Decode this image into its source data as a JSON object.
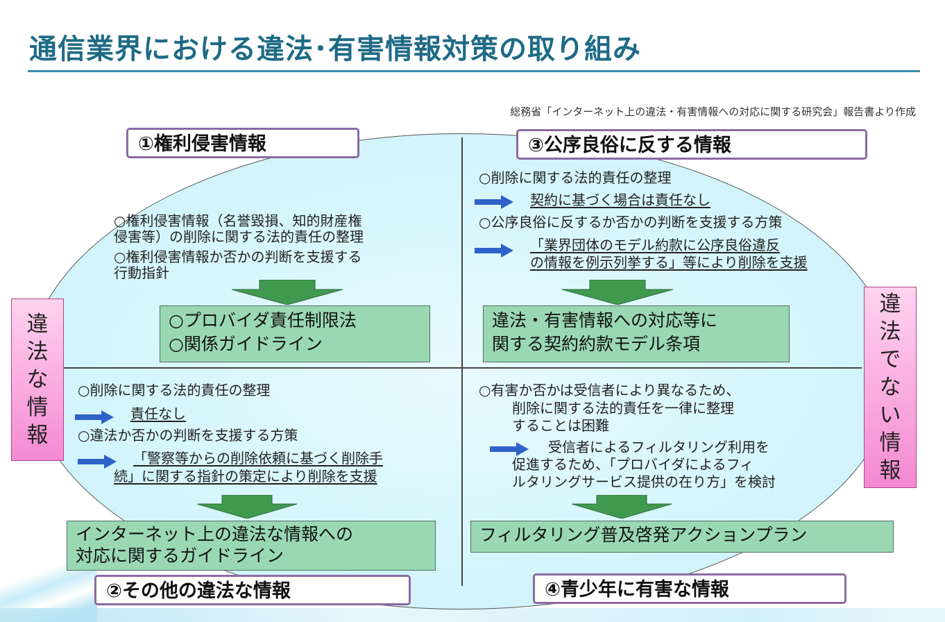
{
  "title": "通信業界における違法･有害情報対策の取り組み",
  "source": "総務省「インターネット上の違法・有害情報への対応に関する研究会」報告書より作成",
  "side_left": [
    "違",
    "法",
    "な",
    "情",
    "報"
  ],
  "side_right": [
    "違",
    "法",
    "で",
    "な",
    "い",
    "情",
    "報"
  ],
  "quadrants": {
    "q1": {
      "label": "①権利侵害情報",
      "lines": [
        "○権利侵害情報（名誉毀損、知的財産権",
        "侵害等）の削除に関する法的責任の整理",
        "○権利侵害情報か否かの判断を支援する",
        "行動指針"
      ],
      "result": [
        "○プロバイダ責任制限法",
        "○関係ガイドライン"
      ]
    },
    "q2": {
      "label": "②その他の違法な情報",
      "lines": [
        "○削除に関する法的責任の整理",
        "責任なし",
        "○違法か否かの判断を支援する方策",
        "「警察等からの削除依頼に基づく削除手",
        "続」に関する指針の策定により削除を支援"
      ],
      "result": [
        "インターネット上の違法な情報への",
        "対応に関するガイドライン"
      ]
    },
    "q3": {
      "label": "③公序良俗に反する情報",
      "lines": [
        "○削除に関する法的責任の整理",
        "契約に基づく場合は責任なし",
        "○公序良俗に反するか否かの判断を支援する方策",
        "「業界団体のモデル約款に公序良俗違反",
        "の情報を例示列挙する」等により削除を支援"
      ],
      "result": [
        "違法・有害情報への対応等に",
        "関する契約約款モデル条項"
      ]
    },
    "q4": {
      "label": "④青少年に有害な情報",
      "lines": [
        "○有害か否かは受信者により異なるため、",
        "削除に関する法的責任を一律に整理",
        "することは困難",
        "受信者によるフィルタリング利用を",
        "促進するため、「プロバイダによるフィ",
        "ルタリングサービス提供の在り方」を検討"
      ],
      "result": [
        "フィルタリング普及啓発アクションプラン"
      ]
    }
  },
  "colors": {
    "title": "#1f6b86",
    "label_border": "#8a6aa2",
    "result_fill": "#9ad8b4",
    "arrow_blue": "#2d62c8",
    "down_arrow": "#3f9a4f",
    "side_pink": "#f48ad2"
  }
}
